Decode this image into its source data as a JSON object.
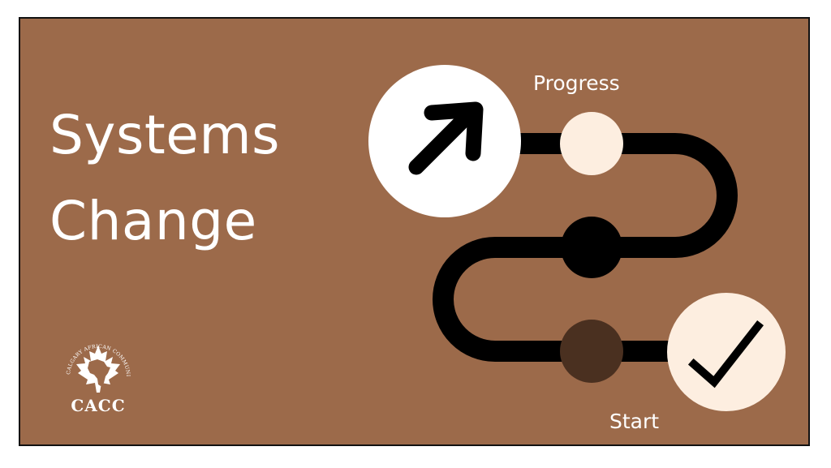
{
  "title": {
    "line1": "Systems",
    "line2": "Change"
  },
  "labels": {
    "progress": "Progress",
    "start": "Start"
  },
  "logo": {
    "abbreviation": "CACC",
    "ring_text": "CALGARY AFRICAN COMMUNITY COLLECTIVE"
  },
  "icons": {
    "progress_node": "arrow-up-right-icon",
    "start_node": "checkmark-icon"
  },
  "colors": {
    "background": "#9c6a4a",
    "path": "#000000",
    "white_circle": "#ffffff",
    "cream_circle": "#fdeee0",
    "dark_brown_circle": "#4a3020",
    "text": "#ffffff"
  }
}
